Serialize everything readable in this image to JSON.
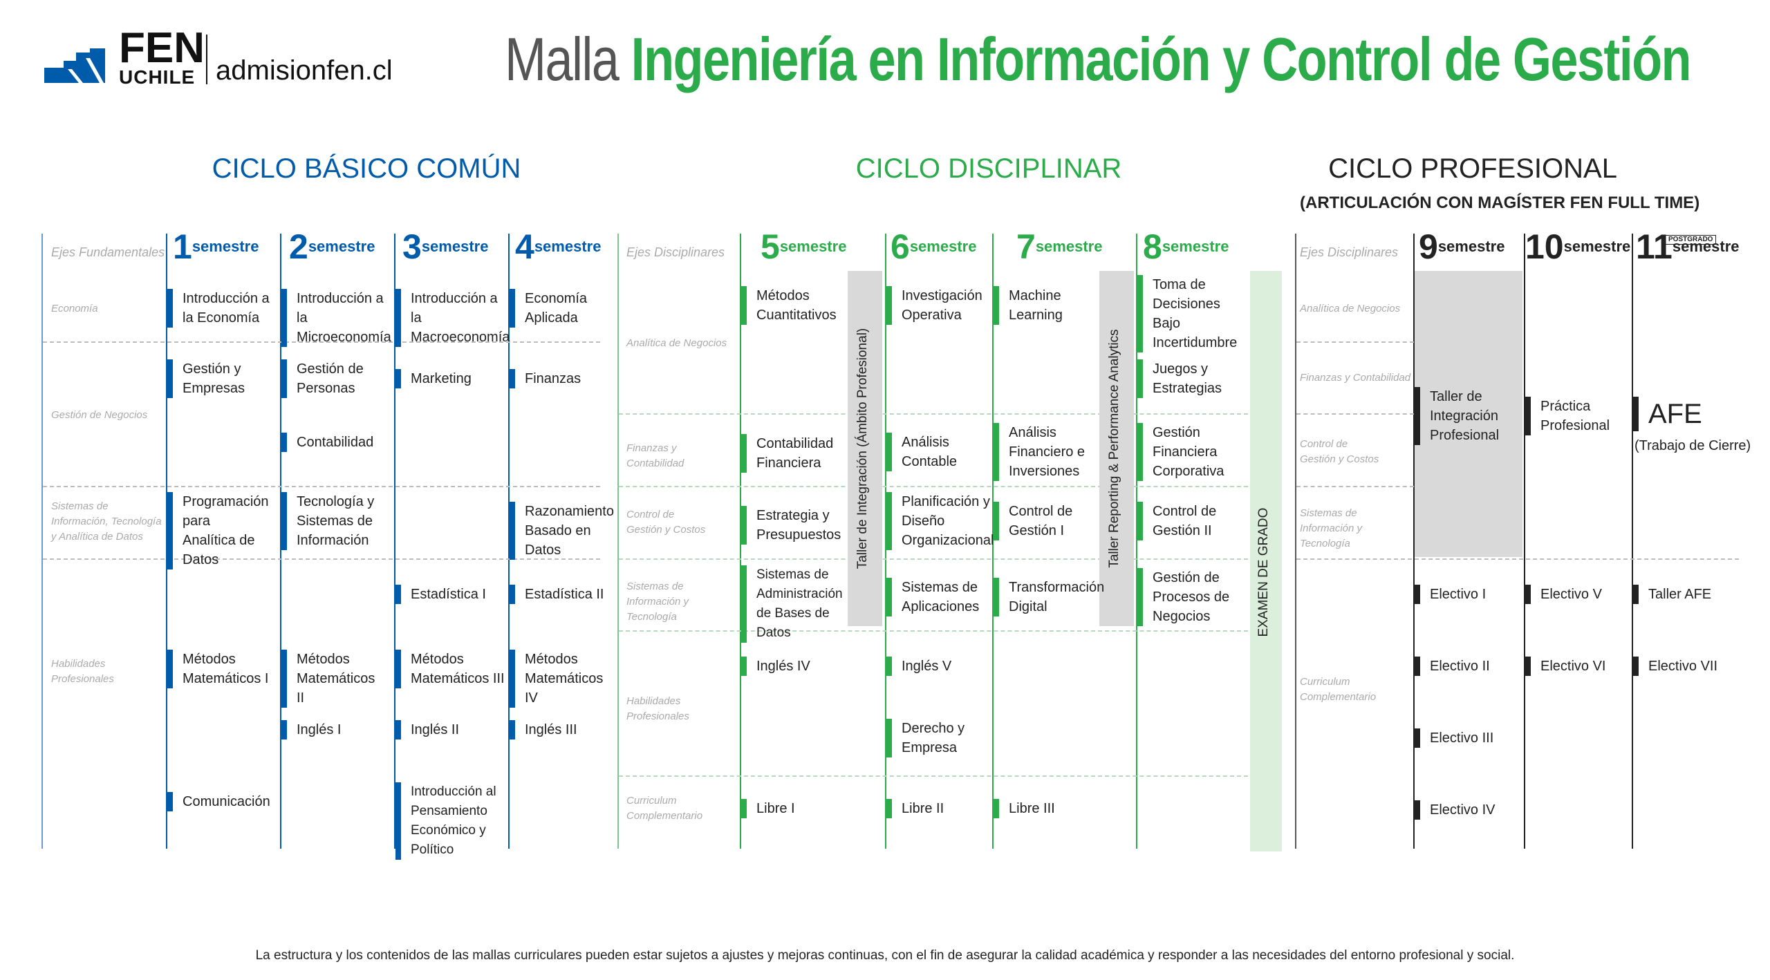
{
  "header": {
    "logo_fen": "FEN",
    "logo_uchile": "UCHILE",
    "site": "admisionfen.cl",
    "title_light": "Malla",
    "title_bold": "Ingeniería en Información y Control de Gestión"
  },
  "colors": {
    "blue": "#005baa",
    "green": "#2bab4a",
    "dark": "#222222"
  },
  "cycles": {
    "basic": "CICLO BÁSICO COMÚN",
    "disciplinary": "CICLO DISCIPLINAR",
    "professional": "CICLO PROFESIONAL",
    "professional_sub": "(ARTICULACIÓN CON MAGÍSTER FEN FULL TIME)"
  },
  "semesters": [
    {
      "n": "1",
      "w": "semestre"
    },
    {
      "n": "2",
      "w": "semestre"
    },
    {
      "n": "3",
      "w": "semestre"
    },
    {
      "n": "4",
      "w": "semestre"
    },
    {
      "n": "5",
      "w": "semestre"
    },
    {
      "n": "6",
      "w": "semestre"
    },
    {
      "n": "7",
      "w": "semestre"
    },
    {
      "n": "8",
      "w": "semestre"
    },
    {
      "n": "9",
      "w": "semestre"
    },
    {
      "n": "10",
      "w": "semestre"
    },
    {
      "n": "11",
      "w": "semestre"
    }
  ],
  "postgrado": "POSTGRADO",
  "axes": {
    "basic_header": "Ejes Fundamentales",
    "basic": [
      "Economía",
      "Gestión de Negocios",
      "Sistemas de Información, Tecnología y Analítica de Datos",
      "Habilidades Profesionales"
    ],
    "disc_header": "Ejes Disciplinares",
    "disc": [
      "Analítica de Negocios",
      "Finanzas y Contabilidad",
      "Control de Gestión y Costos",
      "Sistemas de Información y Tecnología",
      "Habilidades Profesionales",
      "Curriculum Complementario"
    ],
    "prof_header": "Ejes Disciplinares",
    "prof": [
      "Analítica de Negocios",
      "Finanzas y Contabilidad",
      "Control de Gestión y Costos",
      "Sistemas de Información y Tecnología",
      "Curriculum Complementario"
    ]
  },
  "courses": {
    "s1": [
      "Introducción a la Economía",
      "Gestión y Empresas",
      "Programación para Analítica de Datos",
      "Métodos Matemáticos I",
      "Comunicación"
    ],
    "s2": [
      "Introducción a la Microeconomía",
      "Gestión de Personas",
      "Contabilidad",
      "Tecnología y Sistemas de Información",
      "Métodos Matemáticos II",
      "Inglés I"
    ],
    "s3": [
      "Introducción a la Macroeconomía",
      "Marketing",
      "Estadística I",
      "Métodos Matemáticos III",
      "Inglés II",
      "Introducción al Pensamiento Económico y Político"
    ],
    "s4": [
      "Economía Aplicada",
      "Finanzas",
      "Razonamiento Basado en Datos",
      "Estadística II",
      "Métodos Matemáticos IV",
      "Inglés III"
    ],
    "s5": [
      "Métodos Cuantitativos",
      "Contabilidad Financiera",
      "Estrategia y Presupuestos",
      "Sistemas de Administración de Bases de Datos",
      "Inglés IV",
      "Libre I"
    ],
    "s6": [
      "Investigación Operativa",
      "Análisis Contable",
      "Planificación y Diseño Organizacional",
      "Sistemas de Aplicaciones",
      "Inglés V",
      "Derecho y Empresa",
      "Libre II"
    ],
    "s7": [
      "Machine Learning",
      "Análisis Financiero e Inversiones",
      "Control de Gestión I",
      "Transformación Digital",
      "Libre III"
    ],
    "s8": [
      "Toma de Decisiones Bajo Incertidumbre",
      "Juegos y Estrategias",
      "Gestión Financiera Corporativa",
      "Control de Gestión II",
      "Gestión de Procesos de Negocios"
    ],
    "s9": [
      "Taller de Integración Profesional",
      "Electivo I",
      "Electivo II",
      "Electivo III",
      "Electivo IV"
    ],
    "s10": [
      "Práctica Profesional",
      "Electivo V",
      "Electivo VI"
    ],
    "s11": [
      "AFE",
      "(Trabajo de Cierre)",
      "Taller AFE",
      "Electivo VII"
    ]
  },
  "vertical": {
    "t1": "Taller de Integración (Ámbito Profesional)",
    "t2": "Taller Reporting & Performance Analytics",
    "exam": "EXAMEN DE GRADO"
  },
  "footer": "La estructura y los contenidos de las mallas curriculares pueden estar sujetos a ajustes y mejoras continuas, con el fin de asegurar la calidad académica y responder a las necesidades del entorno profesional y social."
}
